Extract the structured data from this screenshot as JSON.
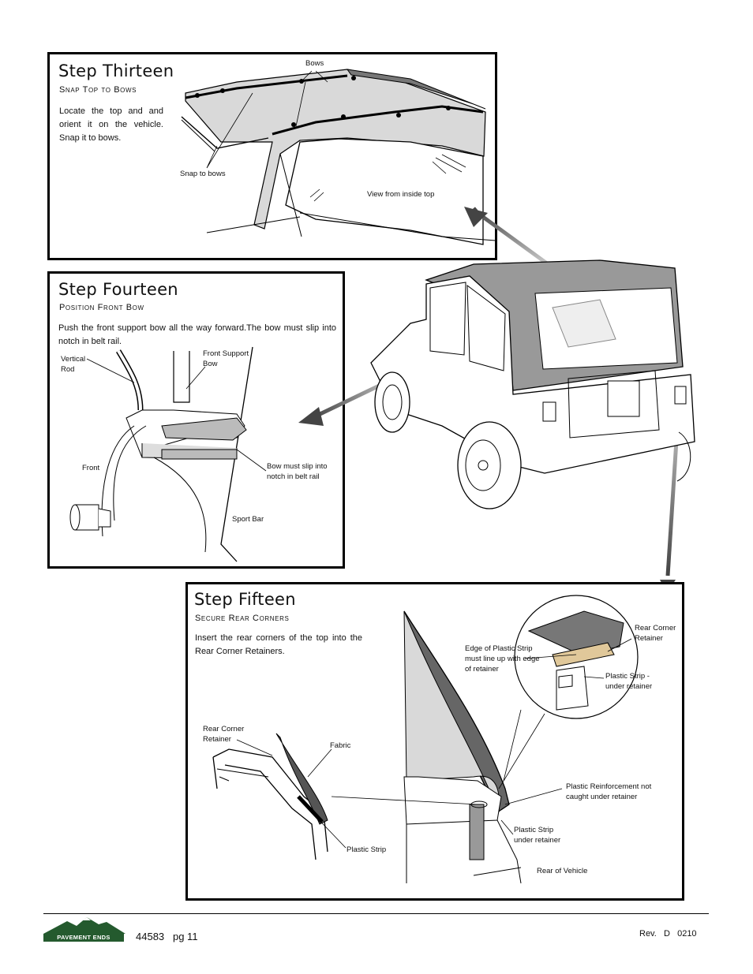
{
  "step13": {
    "title": "Step Thirteen",
    "subtitle": "Snap Top to Bows",
    "text": "Locate the top and and orient it on the vehicle. Snap it to bows.",
    "labels": {
      "bows": "Bows",
      "snap": "Snap to bows",
      "view": "View from inside top"
    }
  },
  "step14": {
    "title": "Step Fourteen",
    "subtitle": "Position Front Bow",
    "text": "Push the front support bow all the way forward.The bow must slip into notch in belt rail.",
    "labels": {
      "vertical_rod": "Vertical Rod",
      "front_support": "Front Support Bow",
      "front": "Front",
      "bow_slip": "Bow must slip into notch in belt rail",
      "sport_bar": "Sport Bar"
    }
  },
  "step15": {
    "title": "Step Fifteen",
    "subtitle": "Secure Rear Corners",
    "text": "Insert the rear corners of the top into the Rear Corner Retainers.",
    "labels": {
      "rear_corner_ret": "Rear Corner Retainer",
      "fabric": "Fabric",
      "plastic_strip": "Plastic Strip",
      "edge_plastic": "Edge of Plastic Strip must line up with edge of retainer",
      "rear_corner_ret2": "Rear Corner Retainer",
      "strip_under": "Plastic Strip - under retainer",
      "reinforcement": "Plastic Reinforcement not caught under retainer",
      "strip_under2": "Plastic Strip under retainer",
      "rear_vehicle": "Rear of Vehicle"
    }
  },
  "footer": {
    "logo_text": "PAVEMENT ENDS",
    "page": "44583   pg 11",
    "rev": "Rev.   D   0210"
  },
  "colors": {
    "border": "#000000",
    "top_gray": "#d9d9d9",
    "dark_gray": "#666666",
    "logo_green": "#245a2e"
  }
}
